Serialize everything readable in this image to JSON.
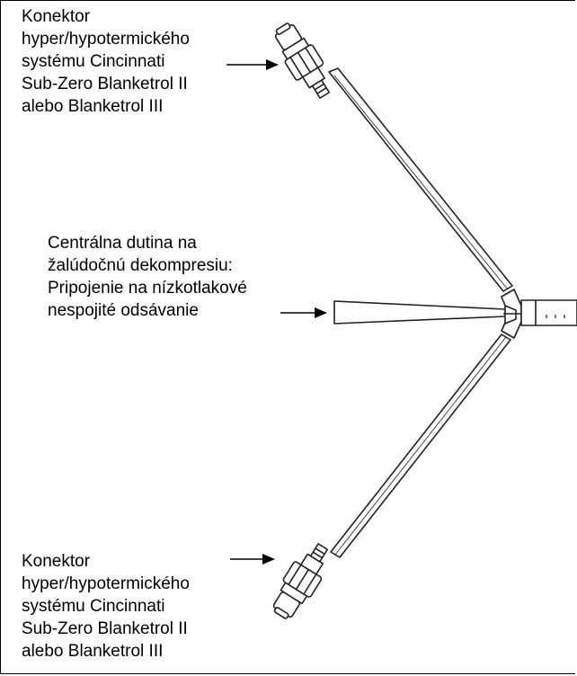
{
  "labels": {
    "top_connector": "Konektor\nhyper/hypotermického\nsystému Cincinnati\nSub-Zero Blanketrol II\nalebo Blanketrol III",
    "central_lumen": "Centrálna dutina na\nžalúdočnú dekompresiu:\nPripojenie na nízkotlakové\nnespojité odsávanie",
    "bottom_connector": "Konektor\nhyper/hypotermického\nsystému Cincinnati\nSub-Zero Blanketrol II\nalebo Blanketrol III"
  }
}
